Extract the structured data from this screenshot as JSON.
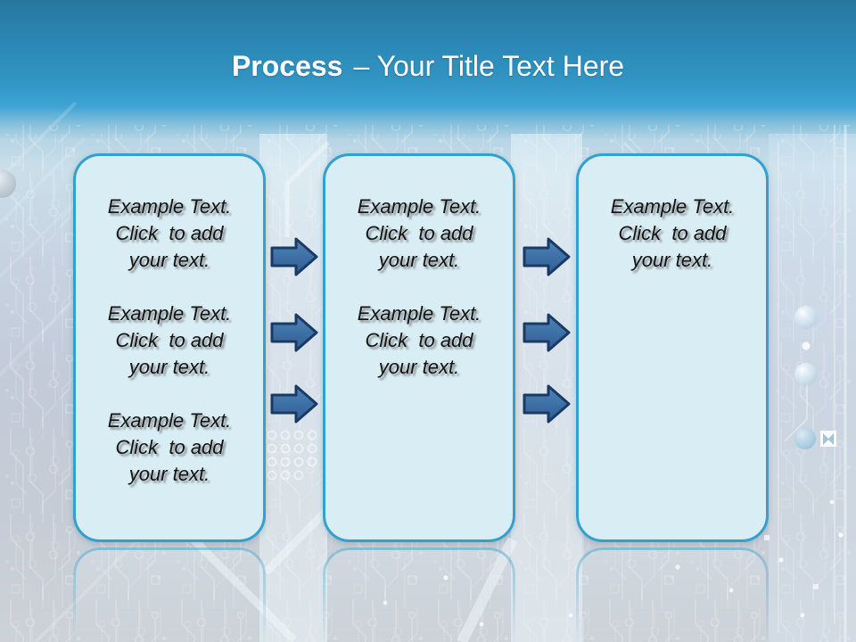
{
  "title": {
    "bold": "Process",
    "rest": "– Your Title Text Here"
  },
  "panels": [
    {
      "blocks": [
        "Example Text.\nClick  to add\nyour text.",
        "Example Text.\nClick  to add\nyour text.",
        "Example Text.\nClick  to add\nyour text."
      ]
    },
    {
      "blocks": [
        "Example Text.\nClick  to add\nyour text.",
        "Example Text.\nClick  to add\nyour text."
      ]
    },
    {
      "blocks": [
        "Example Text.\nClick  to add\nyour text."
      ]
    }
  ],
  "arrows": {
    "direction": "right",
    "groups": 2,
    "per_group": 3
  },
  "colors": {
    "header_top": "#26779f",
    "header_bottom": "#3da4d3",
    "title_color": "#ffffff",
    "panel_fill": "#d9edf4",
    "panel_border": "#33a0cd",
    "arrow_fill_top": "#4f84b8",
    "arrow_fill_bottom": "#2d5d94",
    "arrow_border": "#1b3a63",
    "background_light": "#cadee9",
    "background_gray": "#c3cbd9"
  }
}
